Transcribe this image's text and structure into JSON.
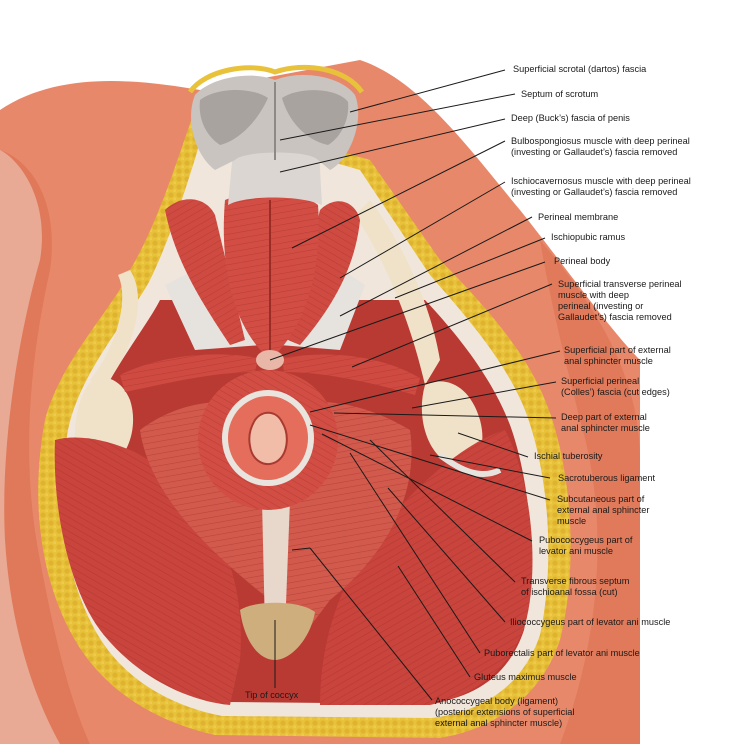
{
  "labels": {
    "superficial_scrotal_fascia": "Superficial scrotal (dartos) fascia",
    "septum_of_scrotum": "Septum of scrotum",
    "bucks_fascia": "Deep (Buck’s) fascia of penis",
    "bulbospongiosus": "Bulbospongiosus muscle with deep perineal\n(investing or Gallaudet’s) fascia removed",
    "ischiocavernosus": "Ischiocavernosus muscle with deep perineal\n(investing or Gallaudet’s) fascia removed",
    "perineal_membrane": "Perineal membrane",
    "ischiopubic_ramus": "Ischiopubic ramus",
    "perineal_body": "Perineal body",
    "superficial_transverse_perineal": "Superficial transverse perineal\nmuscle with deep\nperineal (investing or\nGallaudet’s) fascia removed",
    "superficial_external_anal_sphincter": "Superficial part of external\nanal sphincter muscle",
    "colles_fascia": "Superficial perineal\n(Colles’) fascia (cut edges)",
    "deep_external_anal_sphincter": "Deep part of external\nanal sphincter muscle",
    "ischial_tuberosity": "Ischial tuberosity",
    "sacrotuberous_ligament": "Sacrotuberous ligament",
    "subcutaneous_external_anal_sphincter": "Subcutaneous part of\nexternal anal sphincter\nmuscle",
    "pubococcygeus": "Pubococcygeus part of\nlevator ani muscle",
    "transverse_fibrous_septum": "Transverse fibrous septum\nof ischioanal fossa (cut)",
    "iliococcygeus": "Iliococcygeus part of levator ani muscle",
    "puborectalis": "Puborectalis part of levator ani muscle",
    "gluteus_maximus": "Gluteus maximus muscle",
    "tip_of_coccyx": "Tip of coccyx",
    "anococcygeal_body": "Anococcygeal body (ligament)\n(posterior extensions of superficial\nexternal anal sphincter muscle)"
  },
  "colors": {
    "skin": "#e8886a",
    "skin_dark": "#c96447",
    "muscle": "#c8443c",
    "muscle_light": "#e07466",
    "fat": "#e8c23a",
    "fascia": "#e6e2de",
    "bone": "#efe2c8",
    "leader": "#1a1a1a"
  }
}
